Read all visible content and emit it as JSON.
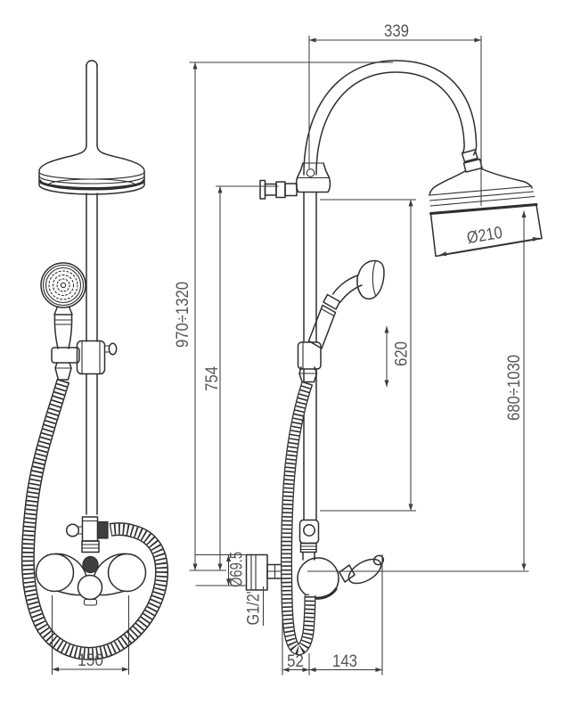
{
  "dimensions": {
    "horizontal_reach": "339",
    "head_diameter": "Ø210",
    "column_height_range": "970÷1320",
    "wall_inlet_height": "754",
    "slide_travel": "620",
    "head_height_range": "680÷1030",
    "escutcheon_diameter": "Ø69.5",
    "connection_thread": "G1/2\"",
    "hose_depth": "52",
    "handle_depth": "143",
    "inlet_spacing": "150"
  },
  "colors": {
    "line": "#2e2e2e",
    "dimension_text": "#555555",
    "background": "#ffffff"
  }
}
